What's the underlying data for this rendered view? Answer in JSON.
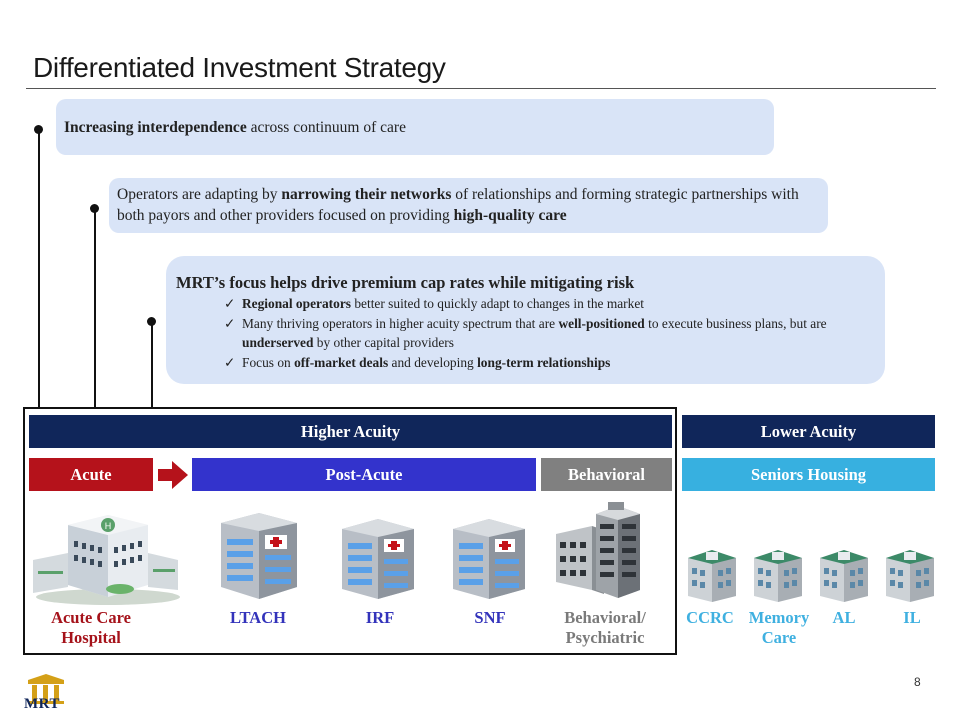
{
  "title": "Differentiated Investment Strategy",
  "callouts": {
    "c1": {
      "bold": "Increasing interdependence",
      "rest": " across continuum of care"
    },
    "c2": {
      "p1": "Operators are adapting by ",
      "b1": "narrowing their networks",
      "p2": " of relationships and forming strategic partnerships with both payors and other providers focused on providing ",
      "b2": "high-quality care"
    },
    "c3": {
      "heading": "MRT’s focus helps drive premium cap rates while mitigating risk",
      "bullets": [
        {
          "b1": "Regional operators",
          "p1": " better suited to quickly adapt to changes in the market"
        },
        {
          "p0": "Many thriving operators in higher acuity spectrum that are ",
          "b1": "well-positioned",
          "p1": " to execute business plans, but are ",
          "b2": "underserved",
          "p2": " by other capital providers"
        },
        {
          "p0": "Focus on ",
          "b1": "off-market deals",
          "p1": " and developing ",
          "b2": "long-term relationships"
        }
      ]
    }
  },
  "bars": {
    "higher": "Higher Acuity",
    "lower": "Lower Acuity",
    "acute": "Acute",
    "post_acute": "Post-Acute",
    "behavioral": "Behavioral",
    "seniors": "Seniors Housing"
  },
  "facilities": {
    "acute_care": "Acute Care Hospital",
    "ltach": "LTACH",
    "irf": "IRF",
    "snf": "SNF",
    "behavioral": "Behavioral/ Psychiatric",
    "ccrc": "CCRC",
    "memory": "Memory Care",
    "al": "AL",
    "il": "IL"
  },
  "colors": {
    "navy": "#10265a",
    "acute_red": "#b5121b",
    "post_acute_blue": "#3333cc",
    "behavioral_gray": "#808080",
    "seniors_blue": "#37b0e0",
    "callout_bg": "#d9e4f7"
  },
  "page_number": "8",
  "logo": {
    "text": "MRT"
  }
}
